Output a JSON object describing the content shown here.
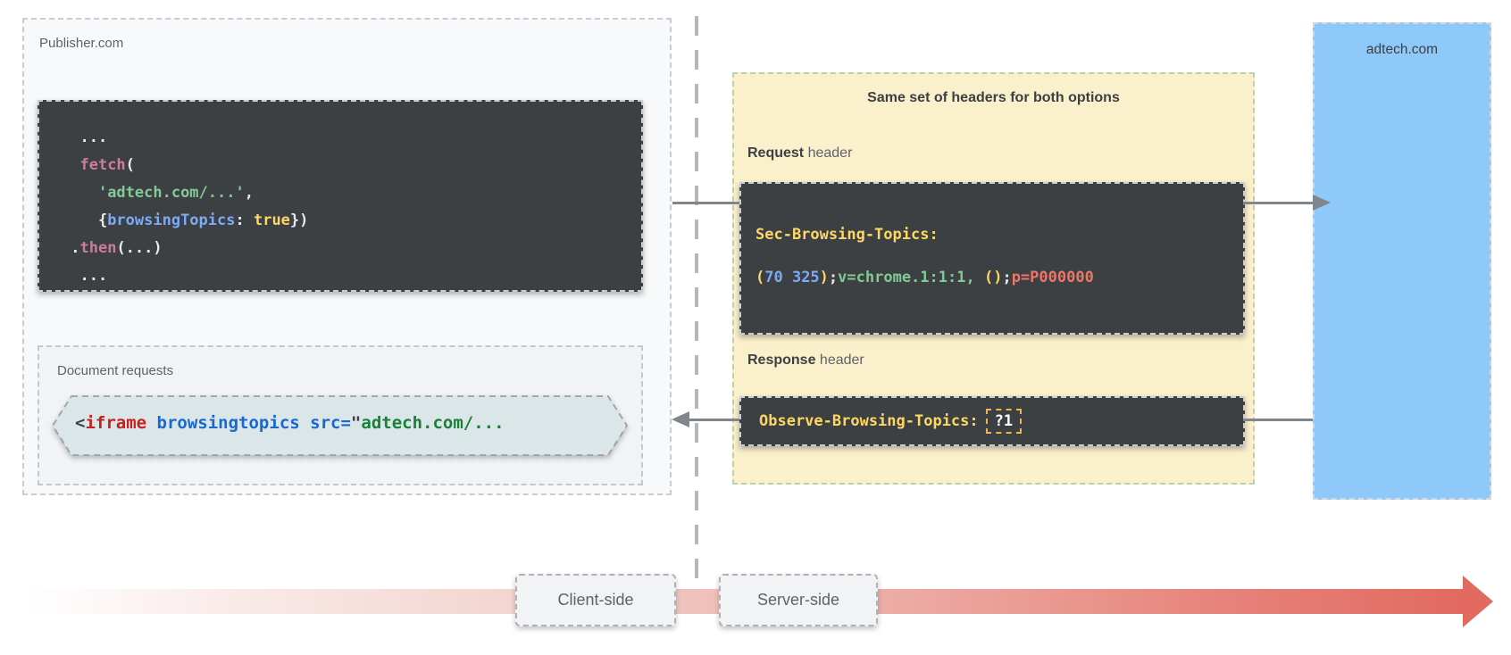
{
  "colors": {
    "code_block_bg": "#3c4043",
    "code_white": "#e8eaed",
    "code_pink": "#cc7b9e",
    "code_green": "#81c995",
    "code_blue": "#7baaf7",
    "code_yellow": "#fdd663",
    "code_red": "#ee7568",
    "html_tag_red": "#c5221f",
    "html_attr_blue": "#1967d2",
    "html_string_green": "#188038",
    "publisher_bg": "#f8f9fa",
    "headers_panel_bg": "#fbf0cc",
    "adtech_bg": "#8fc9f9",
    "hexagon_bg": "#dbe6e9",
    "arrow_gray": "#7f868c",
    "timeline_red": "#e26a60"
  },
  "publisher": {
    "label": "Publisher.com",
    "fetch_code": {
      "lines": [
        [
          {
            "t": "  ...",
            "c": "white"
          }
        ],
        [
          {
            "t": "  ",
            "c": "white"
          },
          {
            "t": "fetch",
            "c": "pink"
          },
          {
            "t": "(",
            "c": "white"
          }
        ],
        [
          {
            "t": "    ",
            "c": "white"
          },
          {
            "t": "'adtech.com/...'",
            "c": "green"
          },
          {
            "t": ",",
            "c": "white"
          }
        ],
        [
          {
            "t": "    {",
            "c": "white"
          },
          {
            "t": "browsingTopics",
            "c": "blue"
          },
          {
            "t": ": ",
            "c": "white"
          },
          {
            "t": "true",
            "c": "yellow"
          },
          {
            "t": "})",
            "c": "white"
          }
        ],
        [
          {
            "t": " .",
            "c": "white"
          },
          {
            "t": "then",
            "c": "pink"
          },
          {
            "t": "(...)",
            "c": "white"
          }
        ],
        [
          {
            "t": "  ...",
            "c": "white"
          }
        ]
      ]
    },
    "document_requests": {
      "label": "Document requests",
      "iframe_tokens": [
        {
          "t": "<",
          "c": "dark"
        },
        {
          "t": "iframe",
          "c": "tagred"
        },
        {
          "t": " ",
          "c": "dark"
        },
        {
          "t": "browsingtopics",
          "c": "attrblue"
        },
        {
          "t": " ",
          "c": "dark"
        },
        {
          "t": "src=",
          "c": "attrblue"
        },
        {
          "t": "\"",
          "c": "dark"
        },
        {
          "t": "adtech.com/...",
          "c": "strgreen"
        }
      ]
    }
  },
  "headers_panel": {
    "title": "Same set of headers for both options",
    "request": {
      "label_bold": "Request",
      "label_rest": " header",
      "name": "Sec-Browsing-Topics:",
      "value_tokens": [
        {
          "t": "(",
          "c": "yellow"
        },
        {
          "t": "70 325",
          "c": "blue"
        },
        {
          "t": ")",
          "c": "yellow"
        },
        {
          "t": ";",
          "c": "white"
        },
        {
          "t": "v=chrome.1:1:1,",
          "c": "green"
        },
        {
          "t": " ",
          "c": "white"
        },
        {
          "t": "()",
          "c": "yellow"
        },
        {
          "t": ";",
          "c": "white"
        },
        {
          "t": "p=P000000",
          "c": "red"
        }
      ]
    },
    "response": {
      "label_bold": "Response",
      "label_rest": " header",
      "name": "Observe-Browsing-Topics:",
      "value": "?1"
    }
  },
  "adtech": {
    "label": "adtech.com"
  },
  "timeline": {
    "client_label": "Client-side",
    "server_label": "Server-side"
  }
}
